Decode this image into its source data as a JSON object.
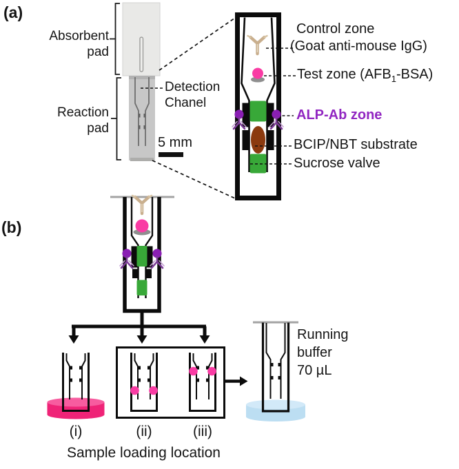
{
  "figure": {
    "panel_a": {
      "tag": "(a)",
      "photo": {
        "absorbent_pad_label": "Absorbent\npad",
        "reaction_pad_label": "Reaction\npad",
        "detection_channel_label": "Detection\nChanel",
        "scale_bar_label": "5 mm"
      },
      "schematic_labels": {
        "control_zone_line1": "Control zone",
        "control_zone_line2": "(Goat anti-mouse IgG)",
        "test_zone_pre": "Test zone (AFB",
        "test_zone_sub": "1",
        "test_zone_post": "-BSA)",
        "alp_ab_zone": "ALP-Ab zone",
        "bcip_nbt": "BCIP/NBT substrate",
        "sucrose_valve": "Sucrose valve"
      }
    },
    "panel_b": {
      "tag": "(b)",
      "running_buffer_label": "Running\nbuffer\n70 µL",
      "option_i": "(i)",
      "option_ii": "(ii)",
      "option_iii": "(iii)",
      "caption": "Sample loading location"
    },
    "colors": {
      "alp_purple_text": "#9126C1",
      "antibody_purple": "#8A1FB3",
      "test_pink": "#F93CA4",
      "valve_green": "#38A838",
      "substrate_brown": "#8B3A0F",
      "control_tan": "#C9AF8E",
      "sample_dish_pink": "#EF2377",
      "buffer_blue": "#BCDEF2"
    }
  }
}
